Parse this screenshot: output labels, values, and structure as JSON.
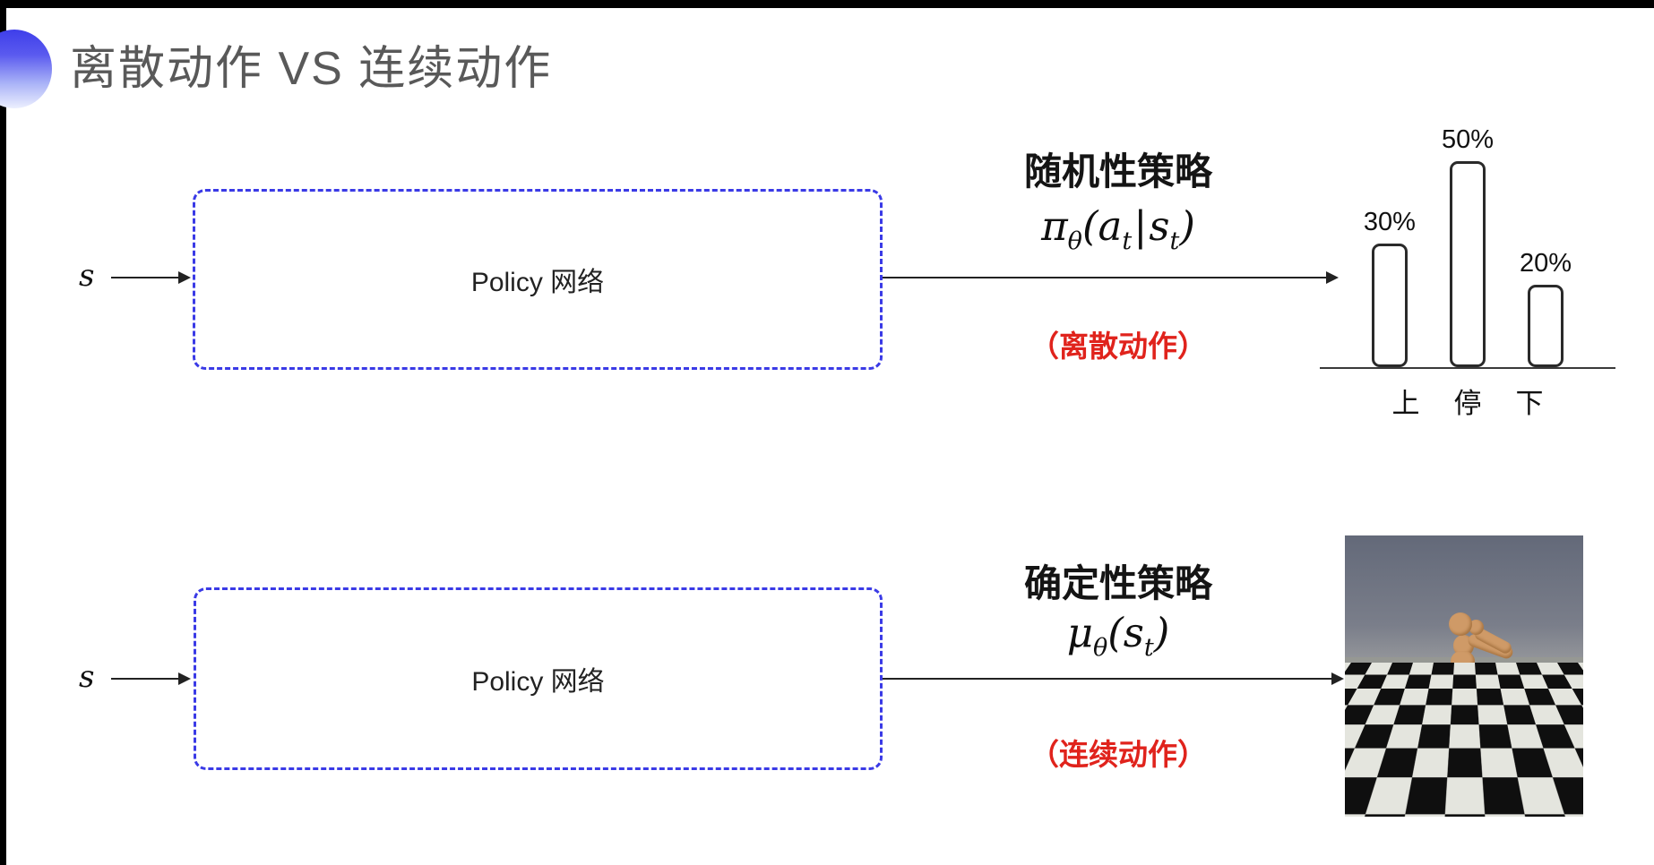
{
  "header": {
    "title": "离散动作 VS 连续动作",
    "title_color": "#595959",
    "accent_icon": "blue-gradient-circle"
  },
  "colors": {
    "box_border_blue": "#3a3ae6",
    "action_note_red": "#e0231c",
    "arrow_black": "#222222"
  },
  "rows": [
    {
      "input_label": "s",
      "box_label": "Policy 网络",
      "policy_title": "随机性策略",
      "formula": {
        "symbol": "π",
        "symbol_sub": "θ",
        "open": "(",
        "arg1": "a",
        "arg1_sub": "t",
        "separator": "|",
        "arg2": "s",
        "arg2_sub": "t",
        "close": ")"
      },
      "action_note": "（离散动作）"
    },
    {
      "input_label": "s",
      "box_label": "Policy 网络",
      "policy_title": "确定性策略",
      "formula": {
        "symbol": "μ",
        "symbol_sub": "θ",
        "open": "(",
        "arg1": "s",
        "arg1_sub": "t",
        "close": ")"
      },
      "action_note": "（连续动作）"
    }
  ],
  "chart_data": {
    "type": "bar",
    "categories": [
      "上",
      "停",
      "下"
    ],
    "values": [
      30,
      50,
      20
    ],
    "labels": [
      "30%",
      "50%",
      "20%"
    ],
    "title": "",
    "xlabel": "",
    "ylabel": "",
    "ylim": [
      0,
      60
    ],
    "unit": "%",
    "style": "outlined rounded bars on baseline, value labels above bars",
    "legend": false,
    "grid": false
  }
}
